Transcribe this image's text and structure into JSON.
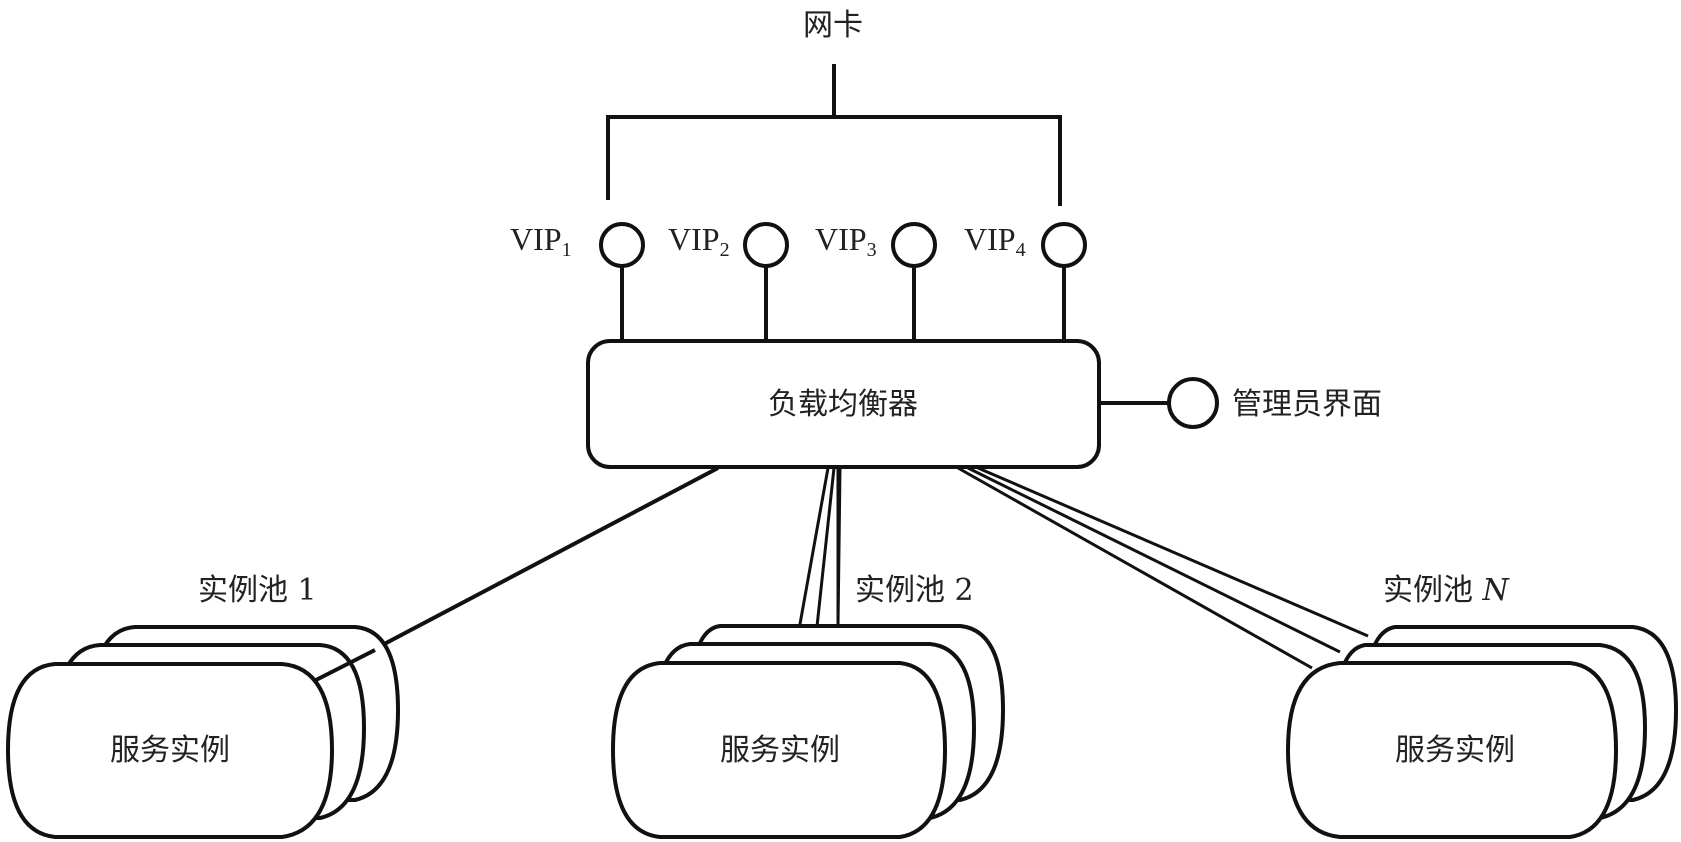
{
  "diagram": {
    "nic_label": "网卡",
    "vips": [
      {
        "name": "VIP",
        "sub": "1"
      },
      {
        "name": "VIP",
        "sub": "2"
      },
      {
        "name": "VIP",
        "sub": "3"
      },
      {
        "name": "VIP",
        "sub": "4"
      }
    ],
    "load_balancer_label": "负载均衡器",
    "admin_label": "管理员界面",
    "pools": [
      {
        "title": "实例池",
        "index": "1",
        "index_italic": false,
        "instance_label": "服务实例",
        "link_count": 1
      },
      {
        "title": "实例池",
        "index": "2",
        "index_italic": false,
        "instance_label": "服务实例",
        "link_count": 3
      },
      {
        "title": "实例池",
        "index": "N",
        "index_italic": true,
        "instance_label": "服务实例",
        "link_count": 3
      }
    ],
    "colors": {
      "stroke": "#111111",
      "background": "#ffffff",
      "text": "#222222"
    }
  }
}
